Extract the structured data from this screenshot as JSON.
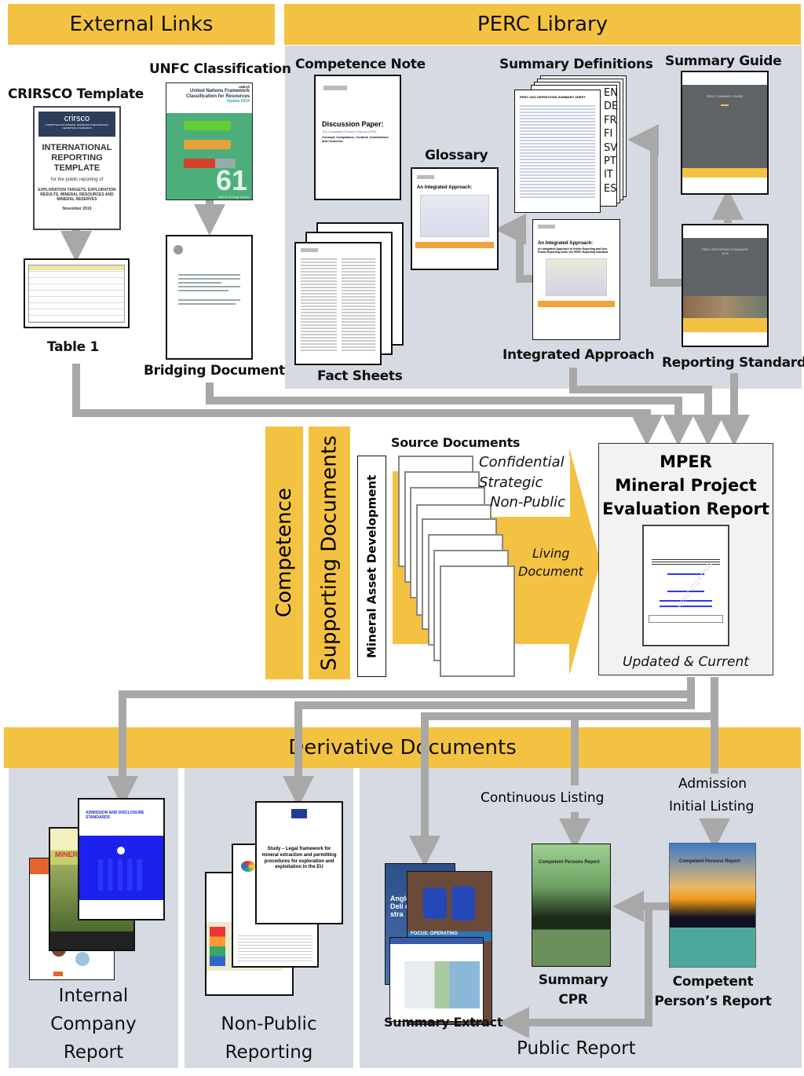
{
  "banners": {
    "external_links": "External Links",
    "perc_library": "PERC Library",
    "derivative_documents": "Derivative Documents",
    "competence": "Competence",
    "supporting_documents": "Supporting Documents"
  },
  "external_links": {
    "crirsco_template": {
      "label": "CRIRSCO Template",
      "cover_brand": "crirsco",
      "cover_subtitle": "COMMITTEE FOR MINERAL RESERVES INTERNATIONAL REPORTING STANDARDS",
      "cover_title": "INTERNATIONAL REPORTING TEMPLATE",
      "cover_for": "for the public reporting of",
      "cover_body": "EXPLORATION TARGETS, EXPLORATION RESULTS, MINERAL RESOURCES AND MINERAL RESERVES",
      "cover_date": "November 2019"
    },
    "table1": {
      "label": "Table 1"
    },
    "unfc_classification": {
      "label": "UNFC Classification",
      "cover_org": "UNECE",
      "cover_title": "United Nations Framework Classification for Resources",
      "cover_update": "Update 2019",
      "cover_number": "61",
      "cover_series": "UNECE Energy Series"
    },
    "bridging_document": {
      "label": "Bridging Document"
    }
  },
  "perc_library": {
    "competence_note": {
      "label": "Competence Note",
      "cover_title": "Discussion Paper:",
      "cover_subtitle": "The Competent Person's Report (CPR)",
      "cover_desc": "Concept, Compliance, Content, Contributors and Concerns"
    },
    "glossary": {
      "label": "Glossary",
      "cover_title": "An Integrated Approach:"
    },
    "summary_definitions": {
      "label": "Summary Definitions",
      "cover_title": "PERC 2021 DEFINITIONS SUMMARY SHEET",
      "languages": [
        "EN",
        "DE",
        "FR",
        "FI",
        "SV",
        "PT",
        "IT",
        "ES"
      ]
    },
    "summary_guide": {
      "label": "Summary Guide",
      "cover_title": "PERC SUMMARY GUIDE"
    },
    "fact_sheets": {
      "label": "Fact Sheets"
    },
    "integrated_approach": {
      "label": "Integrated Approach",
      "cover_title": "An Integrated Approach:",
      "cover_subtitle": "An Integrated Approach to Public Reporting and Non-Public Reporting under the PERC Reporting Standard"
    },
    "reporting_standard": {
      "label": "Reporting Standard",
      "cover_title": "PERC REPORTING STANDARD",
      "cover_year": "2021"
    }
  },
  "middle": {
    "mineral_asset_development": "Mineral Asset Development",
    "source_documents": "Source Documents",
    "confidential": "Confidential",
    "strategic": "Strategic",
    "non_public": "Non-Public",
    "living": "Living",
    "document": "Document"
  },
  "mper": {
    "line1": "MPER",
    "line2": "Mineral Project",
    "line3": "Evaluation Report",
    "footer": "Updated & Current",
    "watermark": "PERC 2024 Draft"
  },
  "derivative": {
    "internal_company_report": [
      "Internal",
      "Company",
      "Report"
    ],
    "internal_cover_title": "ADMISSION AND DISCLOSURE STANDARDS",
    "internal_cover2": "MINERAL Fiel",
    "non_public_reporting": [
      "Non-Public",
      "Reporting"
    ],
    "non_public_cover_title": "Study – Legal framework for mineral extraction and permitting procedures for exploration and exploitation in the EU",
    "public_report": "Public Report",
    "continuous_listing": "Continuous Listing",
    "admission": "Admission",
    "initial_listing": "Initial Listing",
    "summary_extract": "Summary Extract",
    "summary_cpr": [
      "Summary",
      "CPR"
    ],
    "competent_persons_report": [
      "Competent",
      "Person’s Report"
    ],
    "cpr_cover_title": "Competent Persons Report",
    "annual_cover_text": "FOCUS: OPERATING",
    "anglo_text": "Anglo A Deli our stra"
  },
  "colors": {
    "banner": "#f4c242",
    "panel": "#d6dbe3",
    "arrow": "#a8a8a8",
    "mper_bg": "#f2f2f2"
  }
}
